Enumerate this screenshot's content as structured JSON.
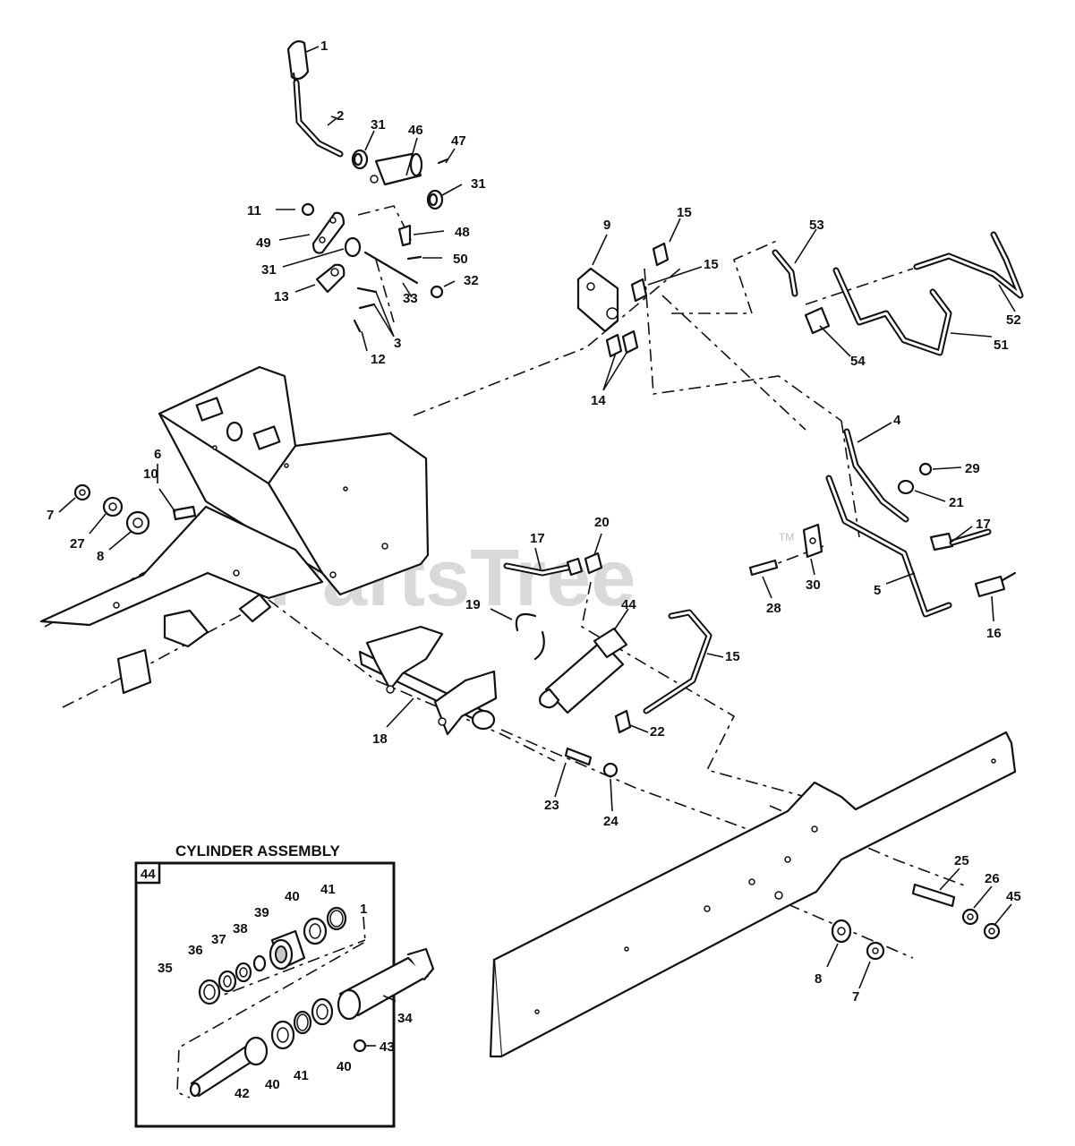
{
  "watermark": {
    "text": "PartsTree",
    "tm": "TM"
  },
  "inset": {
    "title": "CYLINDER ASSEMBLY",
    "ref_number": "44"
  },
  "callouts": {
    "c1": "1",
    "c2": "2",
    "c31a": "31",
    "c46": "46",
    "c47": "47",
    "c31b": "31",
    "c11": "11",
    "c48": "48",
    "c49": "49",
    "c31c": "31",
    "c50": "50",
    "c13": "13",
    "c32": "32",
    "c33": "33",
    "c3": "3",
    "c12": "12",
    "c9": "9",
    "c15a": "15",
    "c15b": "15",
    "c53": "53",
    "c52": "52",
    "c51": "51",
    "c54": "54",
    "c14": "14",
    "c4": "4",
    "c29": "29",
    "c21": "21",
    "c17a": "17",
    "c6": "6",
    "c10": "10",
    "c7a": "7",
    "c27": "27",
    "c8a": "8",
    "c17b": "17",
    "c20": "20",
    "c30": "30",
    "c28": "28",
    "c5": "5",
    "c16": "16",
    "c19": "19",
    "c44": "44",
    "c15c": "15",
    "c18": "18",
    "c22": "22",
    "c23": "23",
    "c24": "24",
    "c25": "25",
    "c26": "26",
    "c45": "45",
    "c8b": "8",
    "c7b": "7",
    "i40a": "40",
    "i41a": "41",
    "i1": "1",
    "i39": "39",
    "i38": "38",
    "i37": "37",
    "i36": "36",
    "i35": "35",
    "i34": "34",
    "i43": "43",
    "i40b": "40",
    "i41b": "41",
    "i40c": "40",
    "i42": "42"
  }
}
